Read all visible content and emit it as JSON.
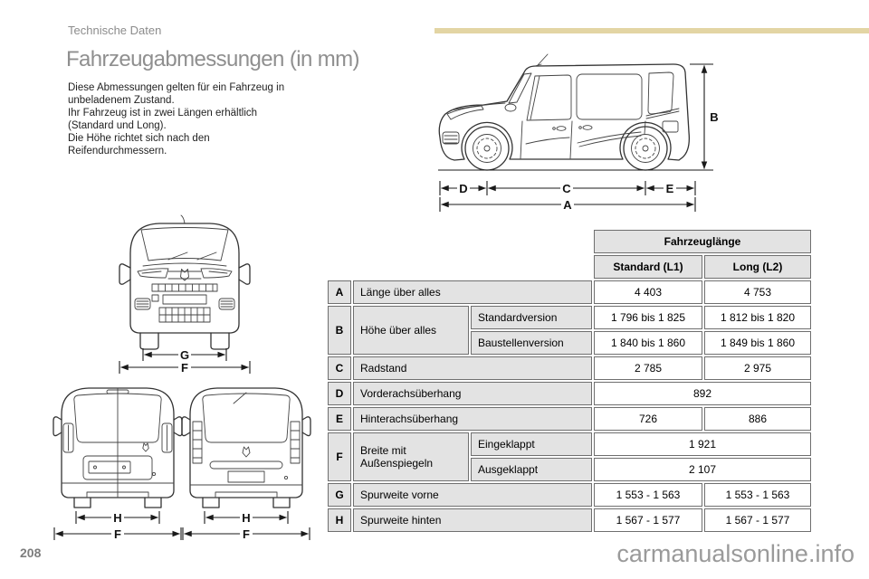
{
  "header": {
    "breadcrumb": "Technische Daten"
  },
  "content": {
    "title": "Fahrzeugabmessungen (in mm)",
    "intro_lines": [
      "Diese Abmessungen gelten für ein Fahrzeug in",
      "unbeladenem Zustand.",
      "Ihr Fahrzeug ist in zwei Längen erhältlich",
      "(Standard und Long).",
      "Die Höhe richtet sich nach den",
      "Reifendurchmessern."
    ]
  },
  "colors": {
    "accent_bar": "#e3d5a4"
  },
  "diagrams": {
    "side_view": {
      "dims": {
        "a": "A",
        "b": "B",
        "c": "C",
        "d": "D",
        "e": "E"
      }
    },
    "front_view": {
      "dims": {
        "g": "G",
        "f": "F"
      }
    },
    "rear_view_doors": {
      "dims": {
        "h": "H",
        "f": "F"
      }
    },
    "rear_view_tailgate": {
      "dims": {
        "h": "H",
        "f": "F"
      }
    }
  },
  "table": {
    "group_header": "Fahrzeuglänge",
    "col_headers": [
      "Standard (L1)",
      "Long (L2)"
    ],
    "rows": [
      {
        "key": "A",
        "label": "Länge über alles",
        "values": [
          "4 403",
          "4 753"
        ]
      },
      {
        "key": "B",
        "label": "Höhe über alles",
        "subrows": [
          {
            "label": "Standardversion",
            "values": [
              "1 796 bis 1 825",
              "1 812 bis 1 820"
            ]
          },
          {
            "label": "Baustellenversion",
            "values": [
              "1 840 bis 1 860",
              "1 849 bis 1 860"
            ]
          }
        ]
      },
      {
        "key": "C",
        "label": "Radstand",
        "values": [
          "2 785",
          "2 975"
        ]
      },
      {
        "key": "D",
        "label": "Vorderachsüberhang",
        "values": [
          "892"
        ]
      },
      {
        "key": "E",
        "label": "Hinterachsüberhang",
        "values": [
          "726",
          "886"
        ]
      },
      {
        "key": "F",
        "label": "Breite mit Außenspiegeln",
        "subrows": [
          {
            "label": "Eingeklappt",
            "values": [
              "1 921"
            ]
          },
          {
            "label": "Ausgeklappt",
            "values": [
              "2 107"
            ]
          }
        ]
      },
      {
        "key": "G",
        "label": "Spurweite vorne",
        "values": [
          "1 553 - 1 563",
          "1 553 - 1 563"
        ]
      },
      {
        "key": "H",
        "label": "Spurweite hinten",
        "values": [
          "1 567 - 1 577",
          "1 567 - 1 577"
        ]
      }
    ]
  },
  "footer": {
    "page_number": "208",
    "watermark": "carmanualsonline.info"
  }
}
